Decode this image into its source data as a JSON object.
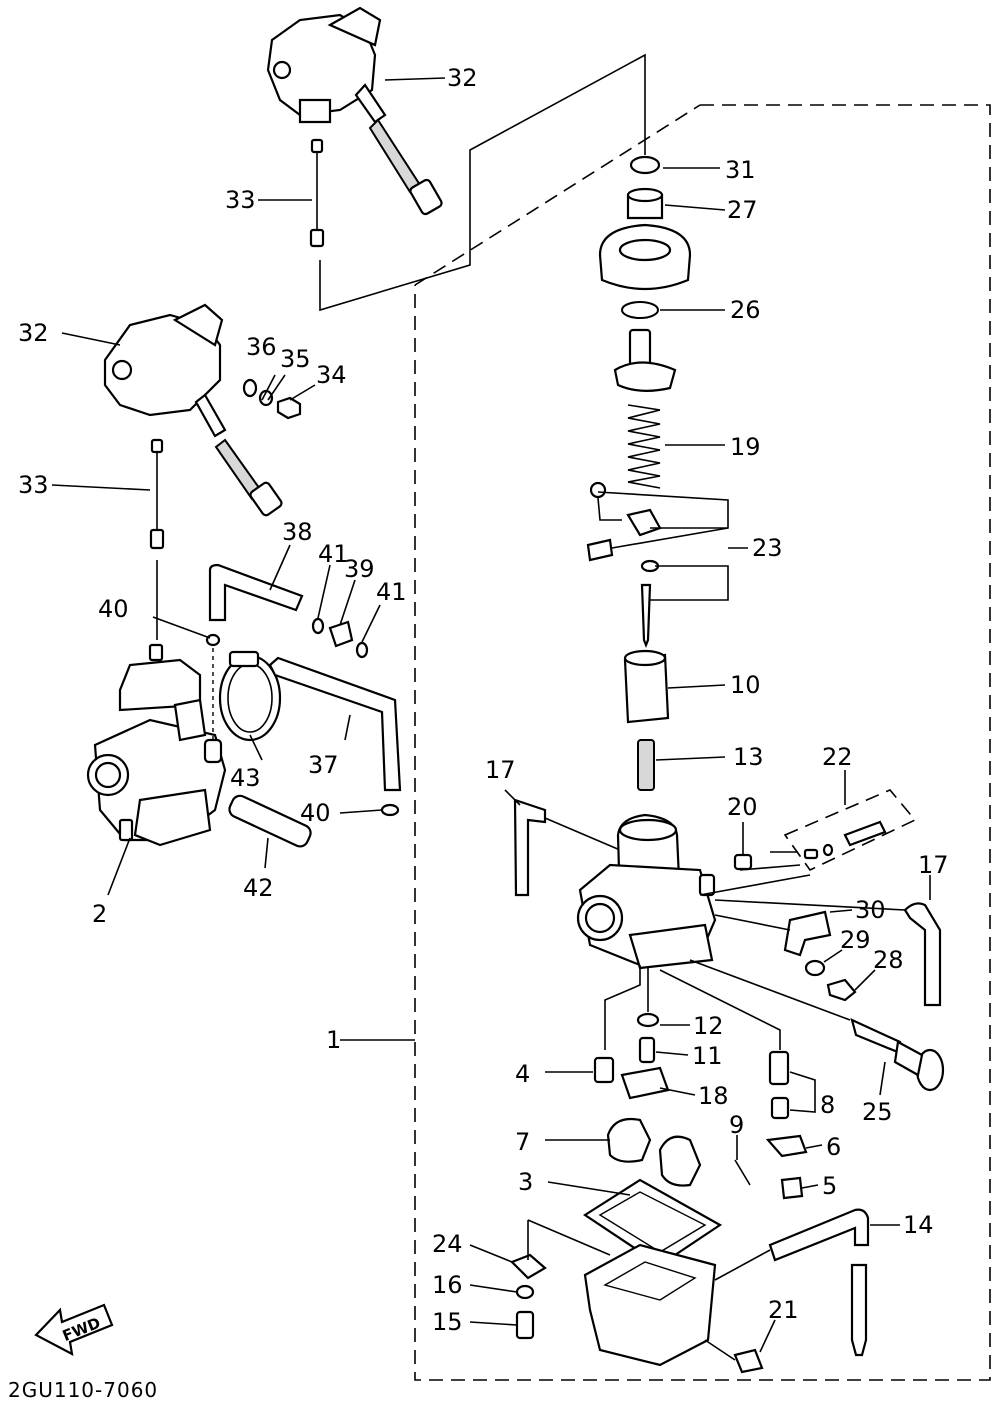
{
  "labels": {
    "p1": "1",
    "p2": "2",
    "p3": "3",
    "p4": "4",
    "p5": "5",
    "p6": "6",
    "p7": "7",
    "p8": "8",
    "p9": "9",
    "p10": "10",
    "p11": "11",
    "p12": "12",
    "p13": "13",
    "p14": "14",
    "p15": "15",
    "p16": "16",
    "p17a": "17",
    "p17b": "17",
    "p18": "18",
    "p19": "19",
    "p20": "20",
    "p21": "21",
    "p22": "22",
    "p23": "23",
    "p24": "24",
    "p25": "25",
    "p26": "26",
    "p27": "27",
    "p28": "28",
    "p29": "29",
    "p30": "30",
    "p31": "31",
    "p32a": "32",
    "p32b": "32",
    "p33a": "33",
    "p33b": "33",
    "p34": "34",
    "p35": "35",
    "p36": "36",
    "p37": "37",
    "p38": "38",
    "p39": "39",
    "p40a": "40",
    "p40b": "40",
    "p41a": "41",
    "p41b": "41",
    "p42": "42",
    "p43": "43"
  },
  "fwd_label": "FWD",
  "diagram_code": "2GU110-7060"
}
